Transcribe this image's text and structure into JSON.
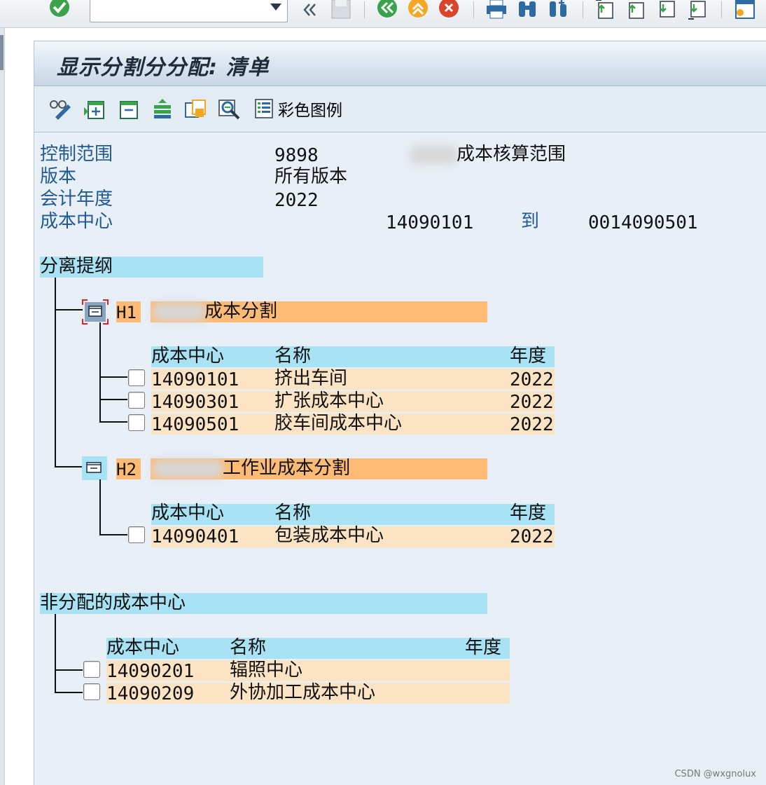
{
  "page_title": "显示分割分分配: 清单",
  "toolbar": {
    "command_value": "",
    "icons": [
      "check-icon",
      "back-double-icon",
      "save-icon",
      "green-back-icon",
      "orange-up-icon",
      "red-cancel-icon",
      "print-icon",
      "find-icon",
      "find-next-icon",
      "first-page-icon",
      "prev-page-icon",
      "next-page-icon",
      "last-page-icon",
      "new-session-icon"
    ]
  },
  "app_toolbar": {
    "legend_label": "彩色图例"
  },
  "header": {
    "controlling_area_label": "控制范围",
    "controlling_area_value": "9898",
    "controlling_area_text": "成本核算范围",
    "version_label": "版本",
    "version_value": "所有版本",
    "fiscal_year_label": "会计年度",
    "fiscal_year_value": "2022",
    "cost_center_label": "成本中心",
    "cost_center_from": "14090101",
    "to_label": "到",
    "cost_center_to": "0014090501"
  },
  "outline": {
    "title": "分离提纲",
    "columns": {
      "cost_center": "成本中心",
      "name": "名称",
      "year": "年度"
    },
    "segments": [
      {
        "code": "H1",
        "name": "成本分割",
        "rows": [
          {
            "cost_center": "14090101",
            "name": "挤出车间",
            "year": "2022"
          },
          {
            "cost_center": "14090301",
            "name": "扩张成本中心",
            "year": "2022"
          },
          {
            "cost_center": "14090501",
            "name": "胶车间成本中心",
            "year": "2022"
          }
        ]
      },
      {
        "code": "H2",
        "name": "工作业成本分割",
        "rows": [
          {
            "cost_center": "14090401",
            "name": "包装成本中心",
            "year": "2022"
          }
        ]
      }
    ]
  },
  "unassigned": {
    "title": "非分配的成本中心",
    "columns": {
      "cost_center": "成本中心",
      "name": "名称",
      "year": "年度"
    },
    "rows": [
      {
        "cost_center": "14090201",
        "name": "辐照中心",
        "year": ""
      },
      {
        "cost_center": "14090209",
        "name": "外协加工成本中心",
        "year": ""
      }
    ]
  },
  "watermark": "CSDN @wxgnolux",
  "colors": {
    "header_band": "#a7e3f4",
    "row_band": "#fbe3c4",
    "segment_band": "#ffbb73",
    "label_blue": "#1f5a96"
  }
}
